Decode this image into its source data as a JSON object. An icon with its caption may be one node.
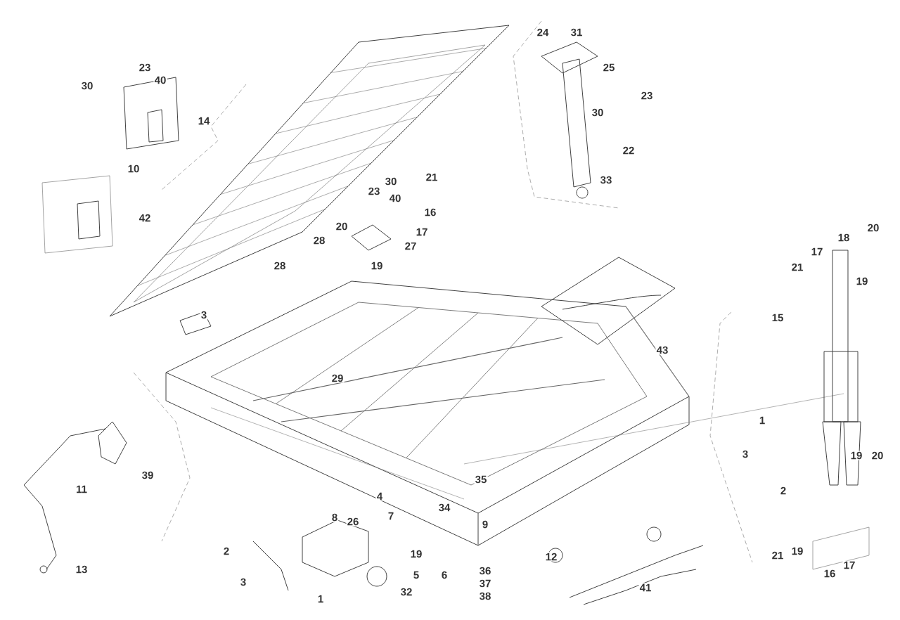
{
  "diagram": {
    "labels": [
      "23",
      "40",
      "30",
      "14",
      "10",
      "42",
      "24",
      "31",
      "25",
      "23",
      "30",
      "22",
      "33",
      "30",
      "21",
      "23",
      "40",
      "16",
      "17",
      "20",
      "27",
      "28",
      "19",
      "28",
      "20",
      "18",
      "17",
      "21",
      "19",
      "15",
      "3",
      "29",
      "43",
      "1",
      "3",
      "2",
      "19",
      "20",
      "21",
      "19",
      "16",
      "17",
      "39",
      "11",
      "13",
      "4",
      "8",
      "26",
      "7",
      "34",
      "35",
      "9",
      "19",
      "5",
      "6",
      "2",
      "32",
      "3",
      "1",
      "12",
      "36",
      "37",
      "38",
      "41"
    ]
  }
}
